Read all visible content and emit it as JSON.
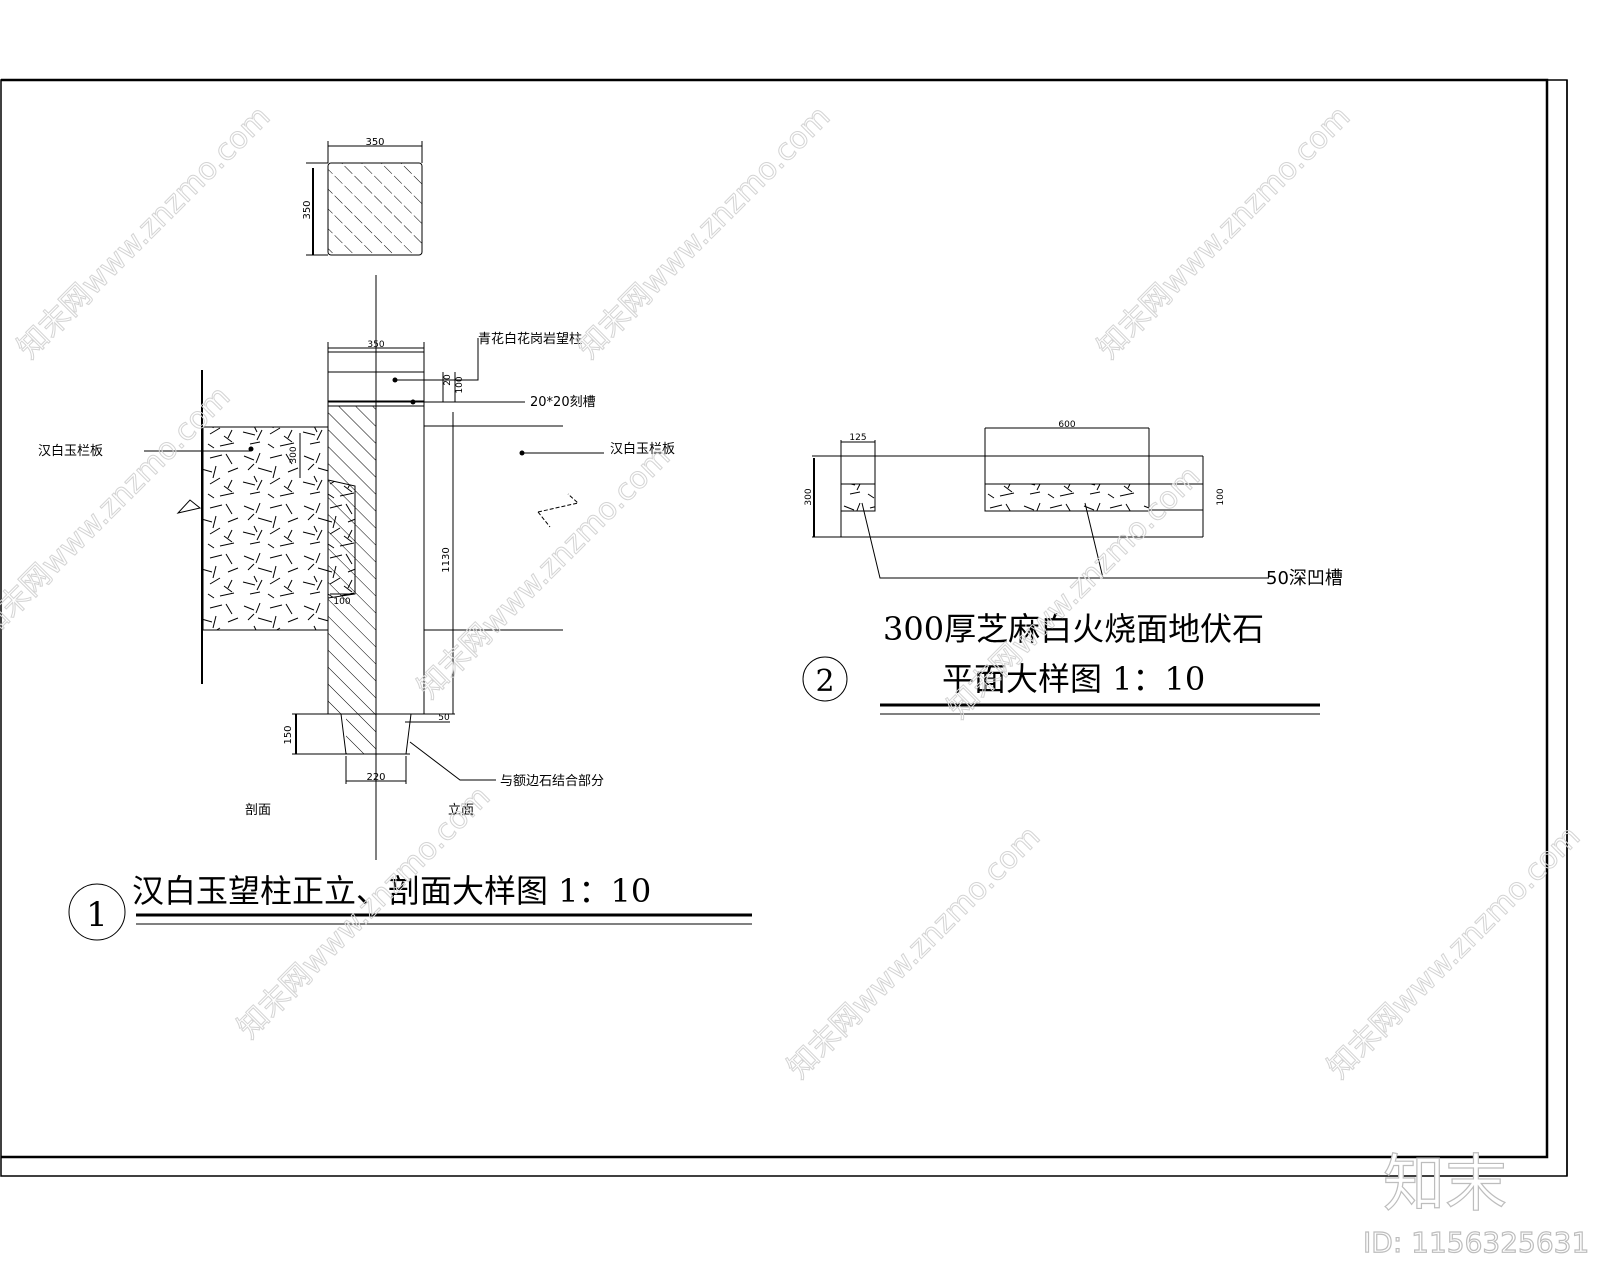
{
  "drawing": {
    "detail_1": {
      "number": "1",
      "title": "汉白玉望柱正立、剖面大样图 1：10",
      "plan": {
        "dim_width": "350",
        "dim_height": "350"
      },
      "elevation": {
        "dim_cap_width": "350",
        "dim_20": "20",
        "dim_100": "100",
        "dim_300": "300",
        "dim_1130": "1130",
        "dim_100_bottom": "100",
        "dim_150": "150",
        "dim_50": "50",
        "dim_220": "220"
      },
      "labels": {
        "column": "青花白花岗岩望柱",
        "groove": "20*20刻槽",
        "panel_left": "汉白玉栏板",
        "panel_right": "汉白玉栏板",
        "base": "与额边石结合部分",
        "section": "剖面",
        "elevation": "立面"
      }
    },
    "detail_2": {
      "number": "2",
      "title_line1": "300厚芝麻白火烧面地伏石",
      "title_line2": "平面大样图 1：10",
      "dims": {
        "dim_125": "125",
        "dim_600": "600",
        "dim_300": "300",
        "dim_100": "100"
      },
      "labels": {
        "groove": "50深凹槽"
      }
    }
  },
  "watermark": {
    "site": "知末网www.znzmo.com",
    "brand": "知末",
    "id": "ID: 1156325631"
  }
}
